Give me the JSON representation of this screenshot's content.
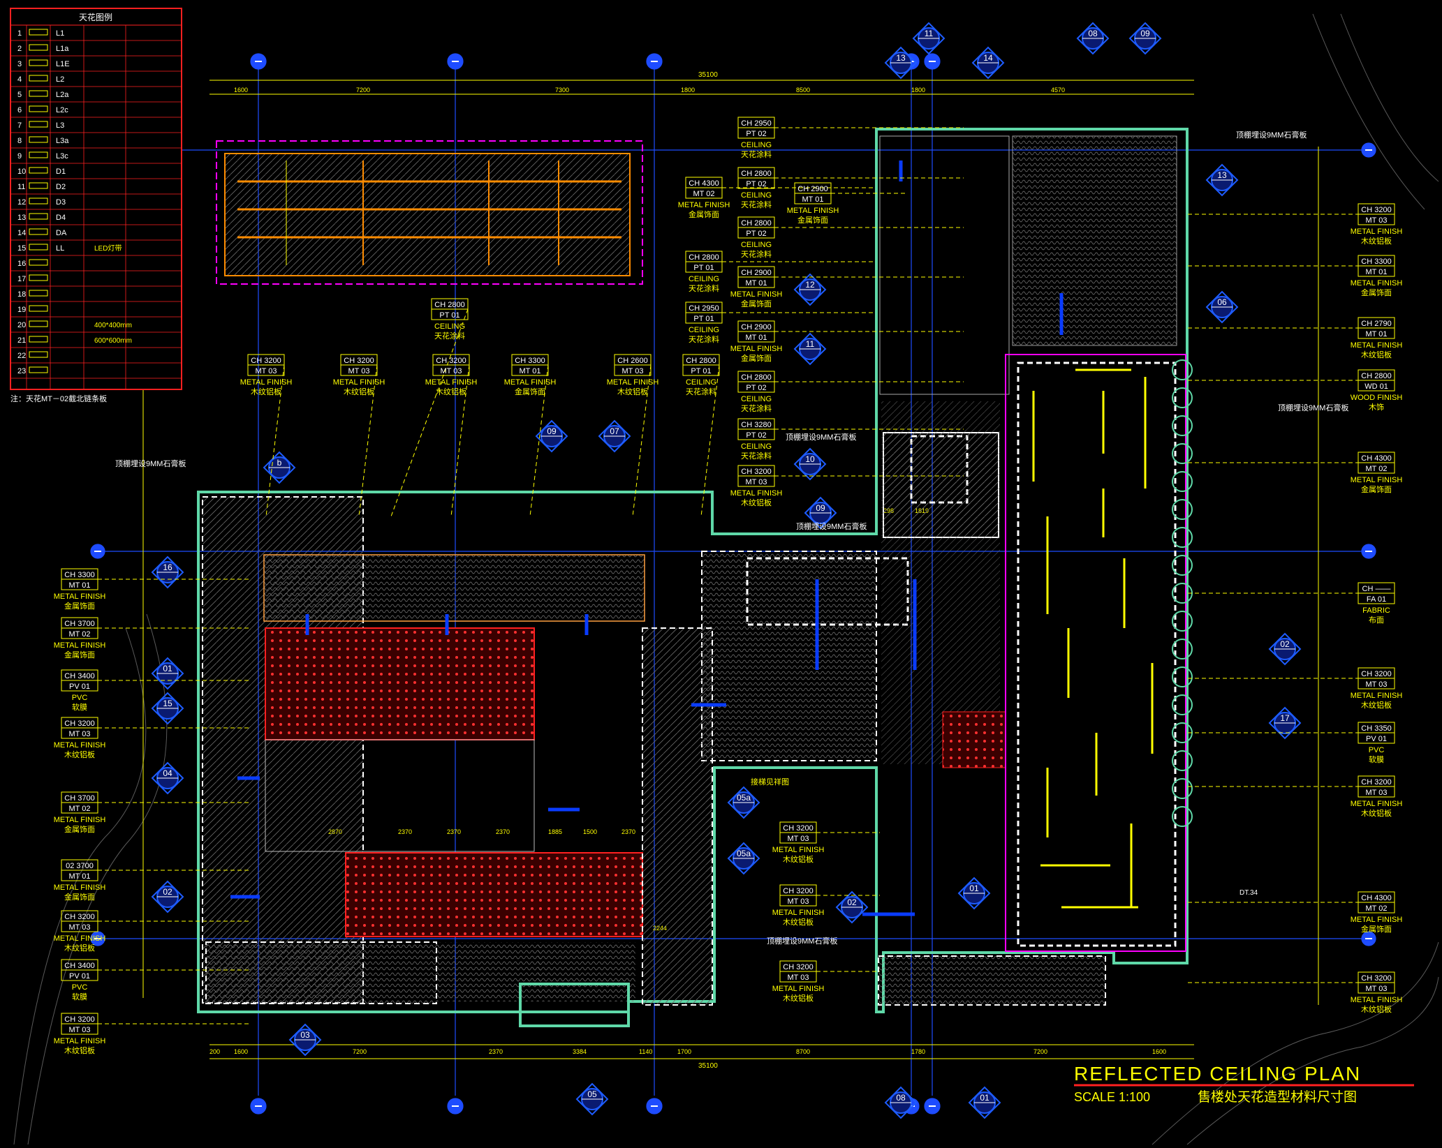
{
  "title": {
    "main": "REFLECTED CEILING PLAN",
    "scale": "SCALE 1:100",
    "chinese": "售楼处天花造型材料尺寸图"
  },
  "legend": {
    "header": "天花图例",
    "note": "注：天花MT－02截北链条板",
    "rows": [
      {
        "num": "1",
        "code": "L1"
      },
      {
        "num": "2",
        "code": "L1a"
      },
      {
        "num": "3",
        "code": "L1E"
      },
      {
        "num": "4",
        "code": "L2"
      },
      {
        "num": "5",
        "code": "L2a"
      },
      {
        "num": "6",
        "code": "L2c"
      },
      {
        "num": "7",
        "code": "L3"
      },
      {
        "num": "8",
        "code": "L3a"
      },
      {
        "num": "9",
        "code": "L3c"
      },
      {
        "num": "10",
        "code": "D1"
      },
      {
        "num": "11",
        "code": "D2"
      },
      {
        "num": "12",
        "code": "D3"
      },
      {
        "num": "13",
        "code": "D4"
      },
      {
        "num": "14",
        "code": "DA"
      },
      {
        "num": "15",
        "code": "LL",
        "desc": "LED灯带"
      },
      {
        "num": "16",
        "code": ""
      },
      {
        "num": "17",
        "code": ""
      },
      {
        "num": "18",
        "code": ""
      },
      {
        "num": "19",
        "code": ""
      },
      {
        "num": "20",
        "code": "",
        "desc": "400*400mm"
      },
      {
        "num": "21",
        "code": "",
        "desc": "600*600mm"
      },
      {
        "num": "22",
        "code": ""
      },
      {
        "num": "23",
        "code": ""
      }
    ]
  },
  "dimensions": {
    "top_total": "35100",
    "top": [
      "1600",
      "7200",
      "7300",
      "1800",
      "8500",
      "1800",
      "4570"
    ],
    "bottom_total": "35100",
    "bottom": [
      "200",
      "1600",
      "7200",
      "2370",
      "3384",
      "1140",
      "1700",
      "8700",
      "1780",
      "7200",
      "1600"
    ],
    "interior": [
      "2870",
      "2370",
      "2370",
      "2370",
      "1885",
      "1500",
      "2370",
      "298",
      "1819",
      "2244"
    ]
  },
  "material_tags": {
    "left": [
      {
        "ch": "CH 3300",
        "code": "MT 01",
        "en": "METAL FINISH",
        "cn": "金属饰面"
      },
      {
        "ch": "CH 3700",
        "code": "MT 02",
        "en": "METAL FINISH",
        "cn": "金属饰面"
      },
      {
        "ch": "CH 3400",
        "code": "PV 01",
        "en": "PVC",
        "cn": "软膜"
      },
      {
        "ch": "CH 3200",
        "code": "MT 03",
        "en": "METAL FINISH",
        "cn": "木纹铝板"
      },
      {
        "ch": "CH 3700",
        "code": "MT 02",
        "en": "METAL FINISH",
        "cn": "金属饰面"
      },
      {
        "ch": "02 3700",
        "code": "MT 01",
        "en": "METAL FINISH",
        "cn": "金属饰面"
      },
      {
        "ch": "CH 3200",
        "code": "MT 03",
        "en": "METAL FINISH",
        "cn": "木纹铝板"
      },
      {
        "ch": "CH 3400",
        "code": "PV 01",
        "en": "PVC",
        "cn": "软膜"
      },
      {
        "ch": "CH 3200",
        "code": "MT 03",
        "en": "METAL FINISH",
        "cn": "木纹铝板"
      }
    ],
    "top_row": [
      {
        "ch": "CH 3200",
        "code": "MT 03",
        "en": "METAL FINISH",
        "cn": "木纹铝板"
      },
      {
        "ch": "CH 3200",
        "code": "MT 03",
        "en": "METAL FINISH",
        "cn": "木纹铝板"
      },
      {
        "ch": "CH 3200",
        "code": "MT 03",
        "en": "METAL FINISH",
        "cn": "木纹铝板"
      },
      {
        "ch": "CH 3300",
        "code": "MT 01",
        "en": "METAL FINISH",
        "cn": "金属饰面"
      },
      {
        "ch": "CH 2600",
        "code": "MT 03",
        "en": "METAL FINISH",
        "cn": "木纹铝板"
      },
      {
        "ch": "CH 2800",
        "code": "PT 01",
        "en": "CEILING",
        "cn": "天花涂料"
      }
    ],
    "center_ceiling": {
      "ch": "CH 2800",
      "code": "PT 01",
      "en": "CEILING",
      "cn": "天花涂料"
    },
    "top_mid": [
      {
        "ch": "CH 4300",
        "code": "MT 02",
        "en": "METAL FINISH",
        "cn": "金属饰面"
      },
      {
        "ch": "CH 2800",
        "code": "PT 01",
        "en": "CEILING",
        "cn": "天花涂料"
      },
      {
        "ch": "CH 2950",
        "code": "PT 01",
        "en": "CEILING",
        "cn": "天花涂料"
      }
    ],
    "column_mid": [
      {
        "ch": "CH 2950",
        "code": "PT 02",
        "en": "CEILING",
        "cn": "天花涂料"
      },
      {
        "ch": "CH 2800",
        "code": "PT 02",
        "en": "CEILING",
        "cn": "天花涂料"
      },
      {
        "ch": "CH 2800",
        "code": "PT 02",
        "en": "CEILING",
        "cn": "天花涂料"
      },
      {
        "ch": "CH 2900",
        "code": "MT 01",
        "en": "METAL FINISH",
        "cn": "金属饰面"
      },
      {
        "ch": "CH 2900",
        "code": "MT 01",
        "en": "METAL FINISH",
        "cn": "金属饰面"
      },
      {
        "ch": "CH 2800",
        "code": "PT 02",
        "en": "CEILING",
        "cn": "天花涂料"
      },
      {
        "ch": "CH 3280",
        "code": "PT 02",
        "en": "CEILING",
        "cn": "天花涂料"
      },
      {
        "ch": "CH 3200",
        "code": "MT 03",
        "en": "METAL FINISH",
        "cn": "木纹铝板"
      }
    ],
    "col_mid_extra": {
      "ch": "CH 2900",
      "code": "MT 01",
      "en": "METAL FINISH",
      "cn": "金属饰面"
    },
    "court": [
      {
        "ch": "CH 3200",
        "code": "MT 03",
        "en": "METAL FINISH",
        "cn": "木纹铝板"
      },
      {
        "ch": "CH 3200",
        "code": "MT 03",
        "en": "METAL FINISH",
        "cn": "木纹铝板"
      },
      {
        "ch": "CH 3200",
        "code": "MT 03",
        "en": "METAL FINISH",
        "cn": "木纹铝板"
      }
    ],
    "right": [
      {
        "ch": "CH 3200",
        "code": "MT 03",
        "en": "METAL FINISH",
        "cn": "木纹铝板"
      },
      {
        "ch": "CH 3300",
        "code": "MT 01",
        "en": "METAL FINISH",
        "cn": "金属饰面"
      },
      {
        "ch": "CH 2790",
        "code": "MT 01",
        "en": "METAL FINISH",
        "cn": "木纹铝板"
      },
      {
        "ch": "CH 2800",
        "code": "WD 01",
        "en": "WOOD FINISH",
        "cn": "木饰"
      },
      {
        "ch": "CH 4300",
        "code": "MT 02",
        "en": "METAL FINISH",
        "cn": "金属饰面"
      },
      {
        "ch": "CH ——",
        "code": "FA 01",
        "en": "FABRIC",
        "cn": "布面"
      },
      {
        "ch": "CH 3200",
        "code": "MT 03",
        "en": "METAL FINISH",
        "cn": "木纹铝板"
      },
      {
        "ch": "CH 3350",
        "code": "PV 01",
        "en": "PVC",
        "cn": "软膜"
      },
      {
        "ch": "CH 3200",
        "code": "MT 03",
        "en": "METAL FINISH",
        "cn": "木纹铝板"
      },
      {
        "ch": "CH 4300",
        "code": "MT 02",
        "en": "METAL FINISH",
        "cn": "金属饰面"
      },
      {
        "ch": "CH 3200",
        "code": "MT 03",
        "en": "METAL FINISH",
        "cn": "木纹铝板"
      }
    ]
  },
  "section_markers": {
    "top": [
      "13",
      "11",
      "14",
      "08",
      "09"
    ],
    "interior": [
      "09",
      "07",
      "b",
      "16",
      "01",
      "15",
      "04",
      "02",
      "03",
      "05",
      "12",
      "11",
      "10",
      "09",
      "13",
      "06",
      "02",
      "17",
      "05a",
      "05a",
      "02",
      "01",
      "08",
      "01"
    ]
  },
  "notes": {
    "plaster_left": "顶棚埋设9MM石膏板",
    "plaster_topright": "顶棚埋设9MM石膏板",
    "plaster_right": "顶棚埋设9MM石膏板",
    "plaster_mid": "顶棚埋设9MM石膏板",
    "plaster_court": "顶棚埋设9MM石膏板",
    "plaster_lobby": "顶棚埋设9MM石膏板",
    "detail": "DT.34",
    "court": "接梯见祥图"
  },
  "colors": {
    "background": "#000000",
    "wall_green": "#5fd8a8",
    "dim_yellow": "#ffff00",
    "tag_text": "#ffffff",
    "marker_blue": "#1e5cff",
    "grid_blue": "#1e4cff",
    "legend_red": "#ff2020",
    "magenta": "#ff00ff",
    "orange": "#ff8c00",
    "beam_blue": "#0a3cff"
  }
}
